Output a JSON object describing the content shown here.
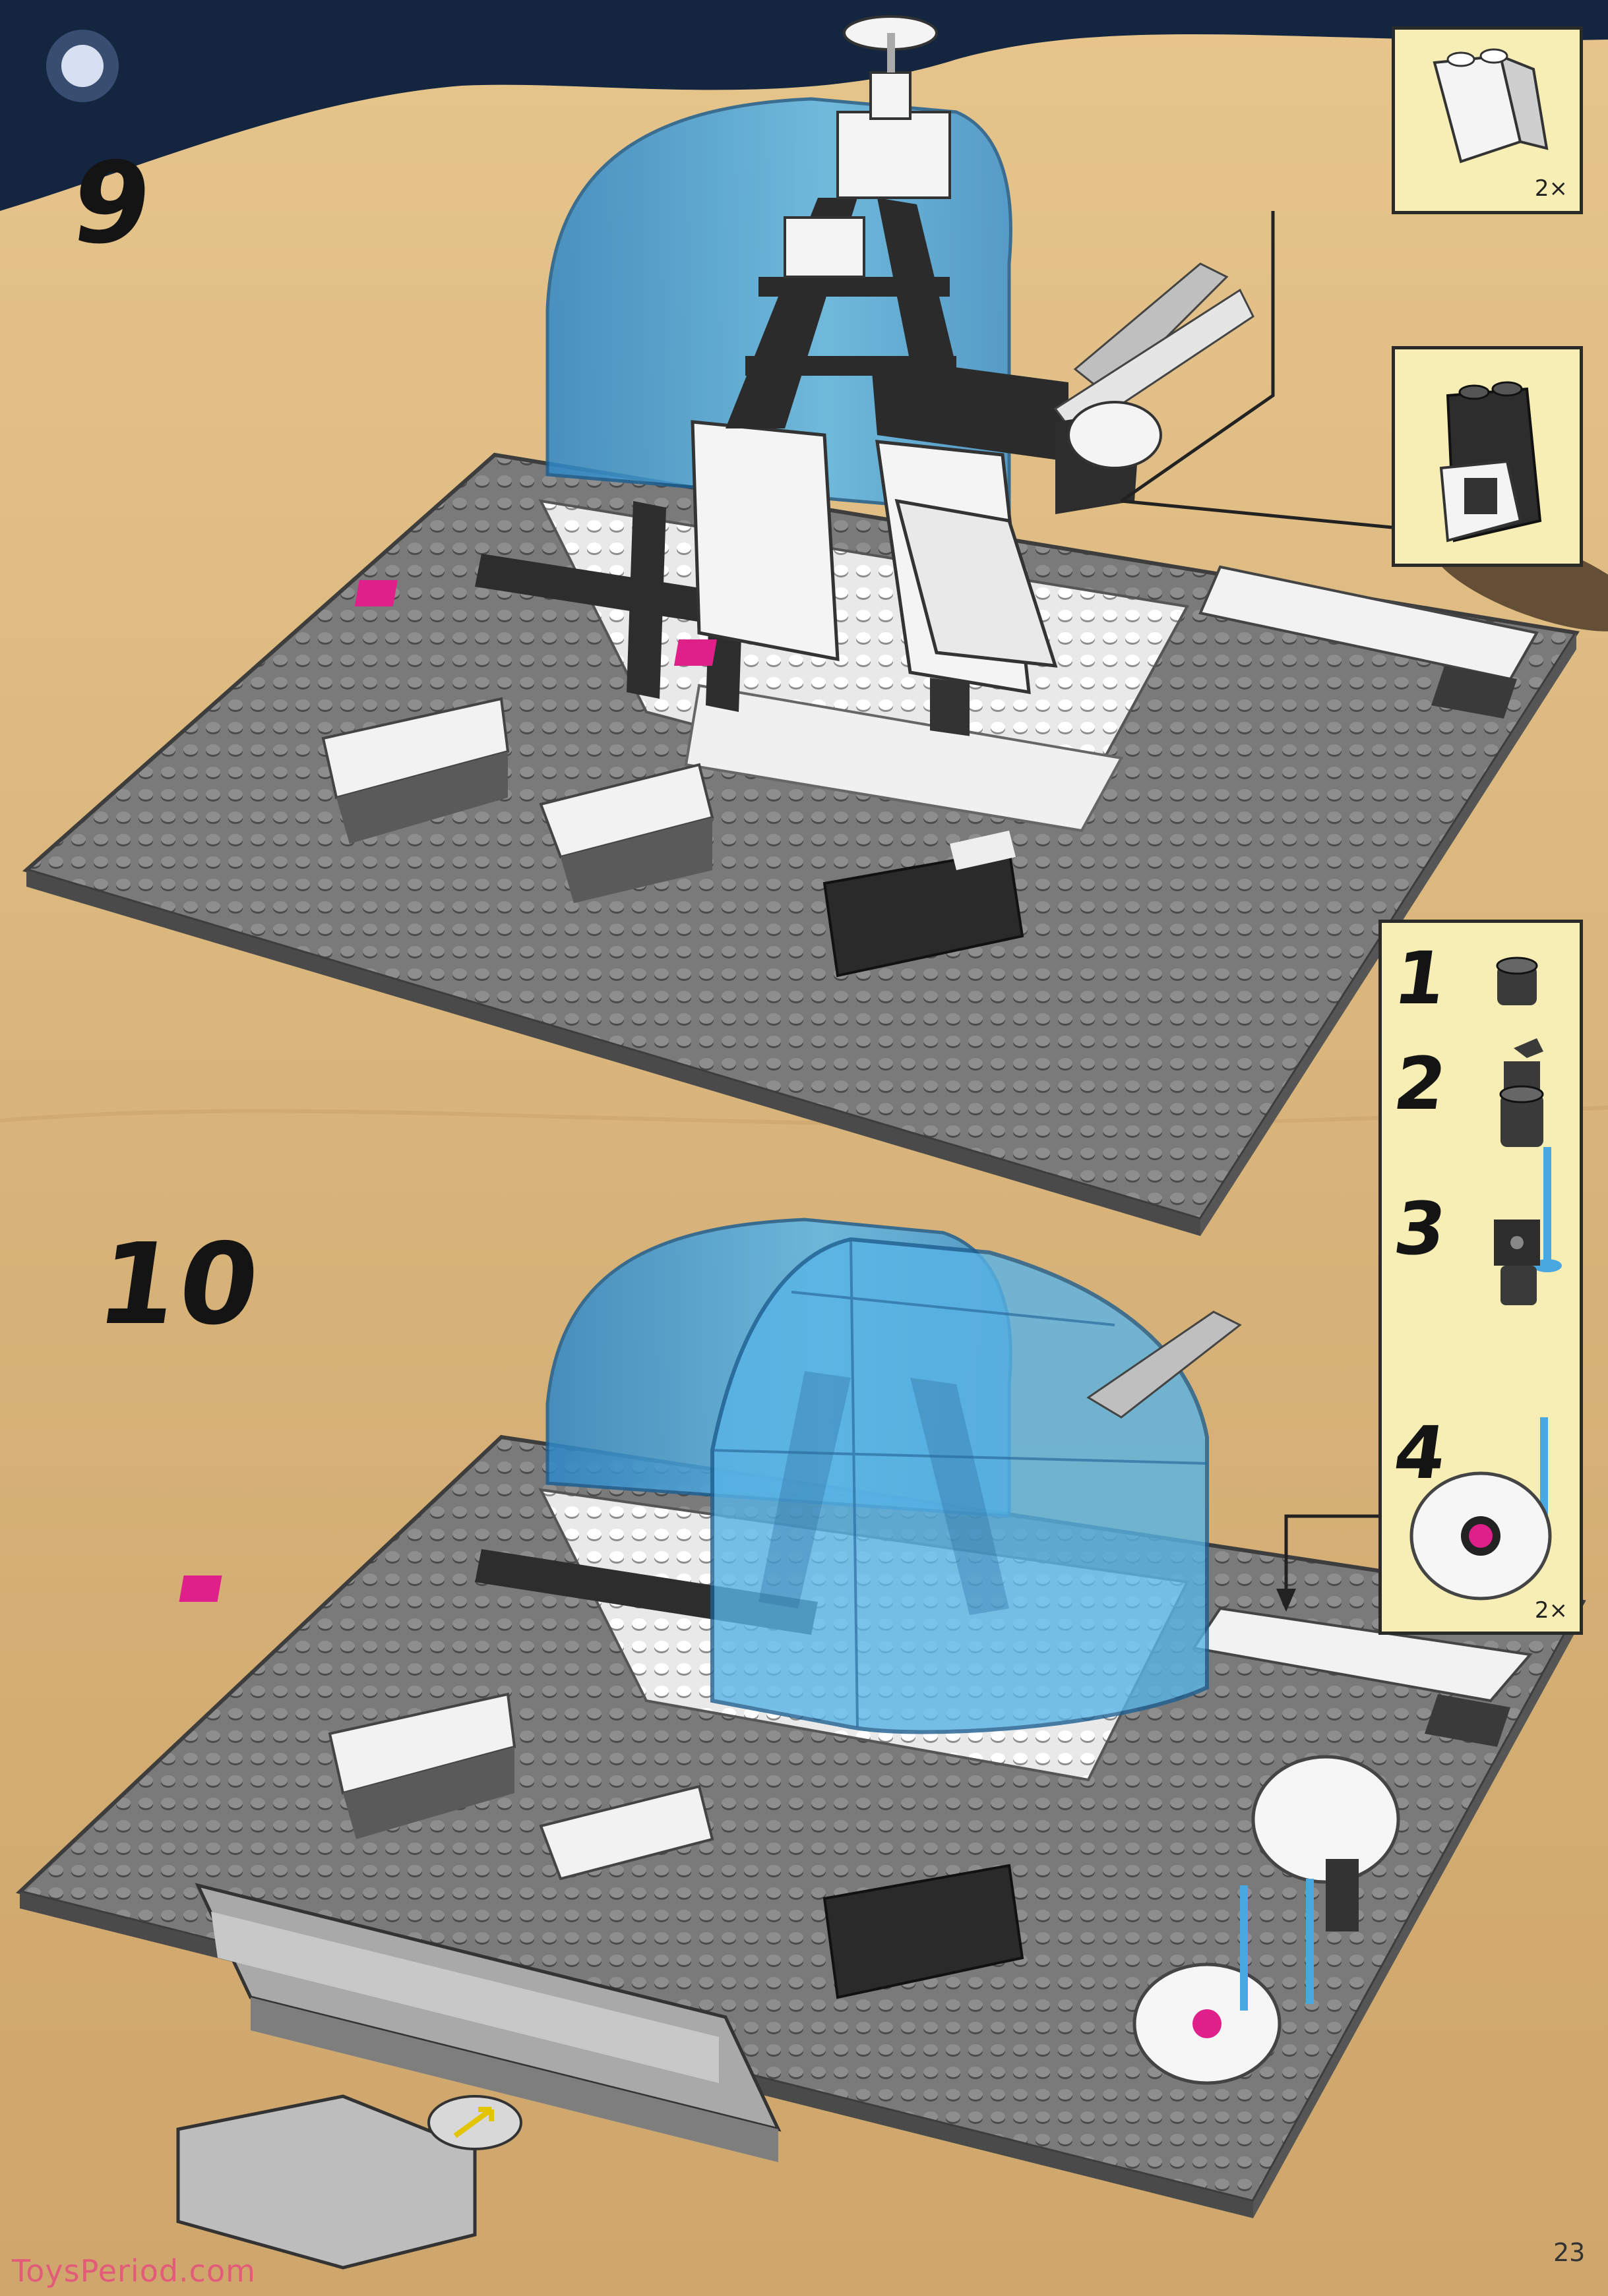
{
  "steps": [
    {
      "number": "9"
    },
    {
      "number": "10"
    }
  ],
  "step9_parts": [
    {
      "name": "white-slope-brick",
      "quantity": "2×"
    },
    {
      "name": "computer-console-brick",
      "quantity": ""
    }
  ],
  "step10_parts": [
    {
      "index": "1",
      "name": "round-brick"
    },
    {
      "index": "2",
      "name": "round-brick-with-clip"
    },
    {
      "index": "3",
      "name": "brick-with-clip-and-antenna"
    },
    {
      "index": "4",
      "name": "radar-dish-assembly",
      "quantity": "2×"
    }
  ],
  "page_number": "23",
  "watermark": "ToysPeriod.com",
  "colors": {
    "sand": "#d9b77e",
    "sky": "#13253f",
    "baseplate": "#6f6f6f",
    "trans_blue": "#4aa8e0",
    "parts_box": "#f6eeb4",
    "magenta": "#e0208a"
  }
}
